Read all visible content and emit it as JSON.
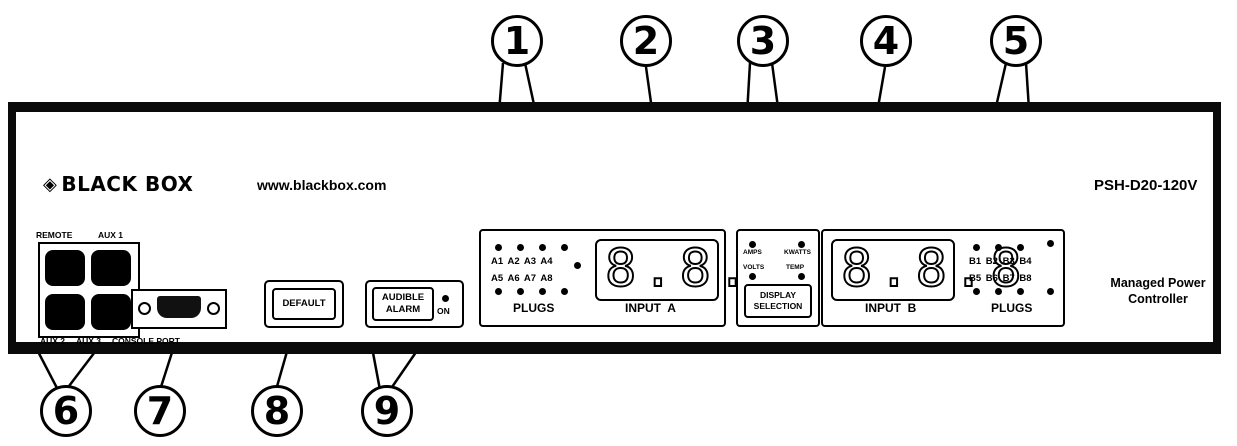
{
  "brand": {
    "name": "BLACK BOX",
    "icon": "diamond-logo-icon"
  },
  "url": "www.blackbox.com",
  "model": "PSH-D20-120V",
  "product_name": [
    "Managed Power",
    "Controller"
  ],
  "ports": {
    "remote": "REMOTE",
    "aux1": "AUX 1",
    "aux2": "AUX 2",
    "aux3": "AUX 3",
    "console": "CONSOLE PORT"
  },
  "buttons": {
    "default": "DEFAULT",
    "alarm_line1": "AUDIBLE",
    "alarm_line2": "ALARM",
    "alarm_on": "ON"
  },
  "input_a": {
    "plugs_top": [
      "A1",
      "A2",
      "A3",
      "A4"
    ],
    "plugs_bottom": [
      "A5",
      "A6",
      "A7",
      "A8"
    ],
    "plugs_label": "PLUGS",
    "display": "8.8.8",
    "label": "INPUT  A"
  },
  "display_selection": {
    "amps": "AMPS",
    "kwatts": "KWATTS",
    "volts": "VOLTS",
    "temp": "TEMP",
    "button_line1": "DISPLAY",
    "button_line2": "SELECTION"
  },
  "input_b": {
    "plugs_top": [
      "B1",
      "B2",
      "B3",
      "B4"
    ],
    "plugs_bottom": [
      "B5",
      "B6",
      "B7",
      "B8"
    ],
    "plugs_label": "PLUGS",
    "display": "8.8.8",
    "label": "INPUT  B"
  },
  "callouts": [
    "1",
    "2",
    "3",
    "4",
    "5",
    "6",
    "7",
    "8",
    "9"
  ]
}
